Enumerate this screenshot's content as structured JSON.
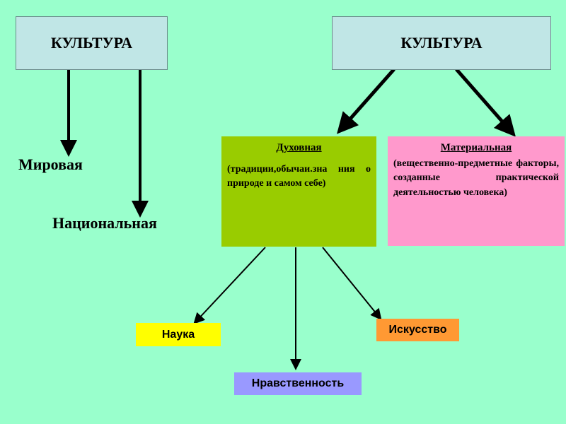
{
  "culture_left": "КУЛЬТУРА",
  "culture_right": "КУЛЬТУРА",
  "world": "Мировая",
  "national": "Национальная",
  "spiritual": {
    "title": "Духовная",
    "desc": "(традиции,обычаи.зна ния о природе и самом себе)"
  },
  "material": {
    "title": "Материальная",
    "desc": "(вещественно-предметные факторы, созданные практической деятельностью человека)"
  },
  "science": "Наука",
  "art": "Искусство",
  "morality": "Нравственность"
}
